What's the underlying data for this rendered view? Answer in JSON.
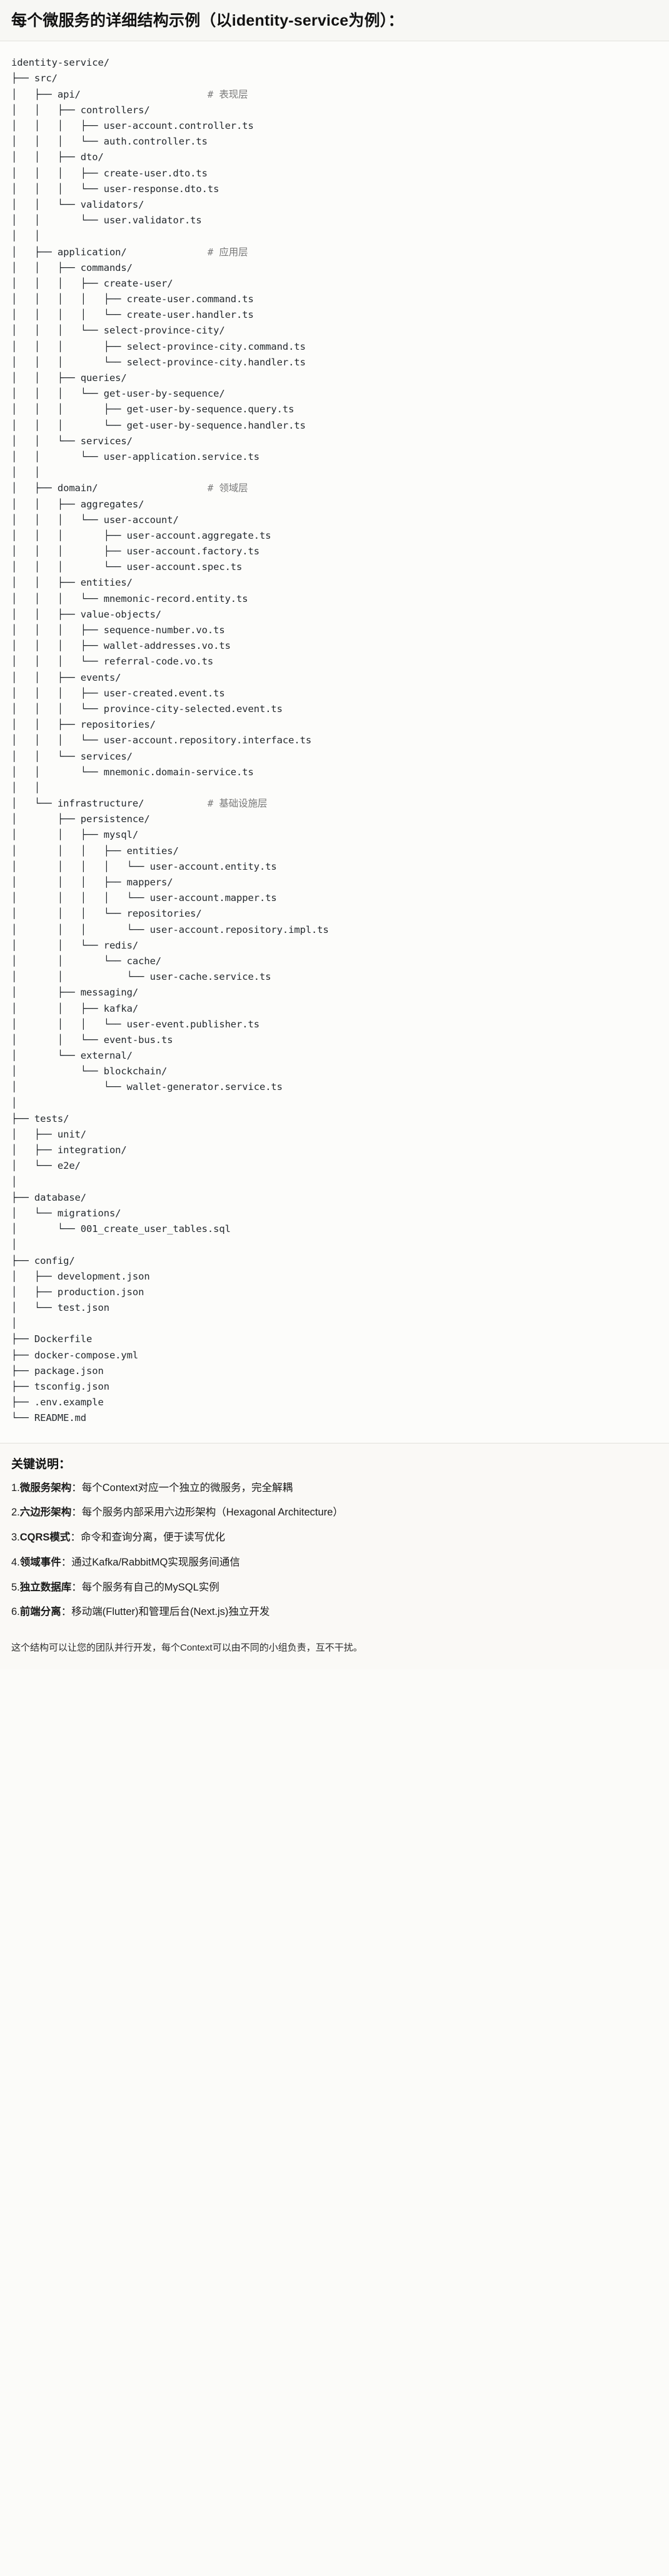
{
  "header": {
    "title": "每个微服务的详细结构示例（以identity-service为例）："
  },
  "tree": {
    "root": "identity-service/",
    "lines": [
      {
        "path": "identity-service/",
        "comment": ""
      },
      {
        "path": "├── src/",
        "comment": ""
      },
      {
        "path": "│   ├── api/",
        "comment": "# 表现层"
      },
      {
        "path": "│   │   ├── controllers/",
        "comment": ""
      },
      {
        "path": "│   │   │   ├── user-account.controller.ts",
        "comment": ""
      },
      {
        "path": "│   │   │   └── auth.controller.ts",
        "comment": ""
      },
      {
        "path": "│   │   ├── dto/",
        "comment": ""
      },
      {
        "path": "│   │   │   ├── create-user.dto.ts",
        "comment": ""
      },
      {
        "path": "│   │   │   └── user-response.dto.ts",
        "comment": ""
      },
      {
        "path": "│   │   └── validators/",
        "comment": ""
      },
      {
        "path": "│   │       └── user.validator.ts",
        "comment": ""
      },
      {
        "path": "│   │",
        "comment": ""
      },
      {
        "path": "│   ├── application/",
        "comment": "# 应用层"
      },
      {
        "path": "│   │   ├── commands/",
        "comment": ""
      },
      {
        "path": "│   │   │   ├── create-user/",
        "comment": ""
      },
      {
        "path": "│   │   │   │   ├── create-user.command.ts",
        "comment": ""
      },
      {
        "path": "│   │   │   │   └── create-user.handler.ts",
        "comment": ""
      },
      {
        "path": "│   │   │   └── select-province-city/",
        "comment": ""
      },
      {
        "path": "│   │   │       ├── select-province-city.command.ts",
        "comment": ""
      },
      {
        "path": "│   │   │       └── select-province-city.handler.ts",
        "comment": ""
      },
      {
        "path": "│   │   ├── queries/",
        "comment": ""
      },
      {
        "path": "│   │   │   └── get-user-by-sequence/",
        "comment": ""
      },
      {
        "path": "│   │   │       ├── get-user-by-sequence.query.ts",
        "comment": ""
      },
      {
        "path": "│   │   │       └── get-user-by-sequence.handler.ts",
        "comment": ""
      },
      {
        "path": "│   │   └── services/",
        "comment": ""
      },
      {
        "path": "│   │       └── user-application.service.ts",
        "comment": ""
      },
      {
        "path": "│   │",
        "comment": ""
      },
      {
        "path": "│   ├── domain/",
        "comment": "# 领域层"
      },
      {
        "path": "│   │   ├── aggregates/",
        "comment": ""
      },
      {
        "path": "│   │   │   └── user-account/",
        "comment": ""
      },
      {
        "path": "│   │   │       ├── user-account.aggregate.ts",
        "comment": ""
      },
      {
        "path": "│   │   │       ├── user-account.factory.ts",
        "comment": ""
      },
      {
        "path": "│   │   │       └── user-account.spec.ts",
        "comment": ""
      },
      {
        "path": "│   │   ├── entities/",
        "comment": ""
      },
      {
        "path": "│   │   │   └── mnemonic-record.entity.ts",
        "comment": ""
      },
      {
        "path": "│   │   ├── value-objects/",
        "comment": ""
      },
      {
        "path": "│   │   │   ├── sequence-number.vo.ts",
        "comment": ""
      },
      {
        "path": "│   │   │   ├── wallet-addresses.vo.ts",
        "comment": ""
      },
      {
        "path": "│   │   │   └── referral-code.vo.ts",
        "comment": ""
      },
      {
        "path": "│   │   ├── events/",
        "comment": ""
      },
      {
        "path": "│   │   │   ├── user-created.event.ts",
        "comment": ""
      },
      {
        "path": "│   │   │   └── province-city-selected.event.ts",
        "comment": ""
      },
      {
        "path": "│   │   ├── repositories/",
        "comment": ""
      },
      {
        "path": "│   │   │   └── user-account.repository.interface.ts",
        "comment": ""
      },
      {
        "path": "│   │   └── services/",
        "comment": ""
      },
      {
        "path": "│   │       └── mnemonic.domain-service.ts",
        "comment": ""
      },
      {
        "path": "│   │",
        "comment": ""
      },
      {
        "path": "│   └── infrastructure/",
        "comment": "# 基础设施层"
      },
      {
        "path": "│       ├── persistence/",
        "comment": ""
      },
      {
        "path": "│       │   ├── mysql/",
        "comment": ""
      },
      {
        "path": "│       │   │   ├── entities/",
        "comment": ""
      },
      {
        "path": "│       │   │   │   └── user-account.entity.ts",
        "comment": ""
      },
      {
        "path": "│       │   │   ├── mappers/",
        "comment": ""
      },
      {
        "path": "│       │   │   │   └── user-account.mapper.ts",
        "comment": ""
      },
      {
        "path": "│       │   │   └── repositories/",
        "comment": ""
      },
      {
        "path": "│       │   │       └── user-account.repository.impl.ts",
        "comment": ""
      },
      {
        "path": "│       │   └── redis/",
        "comment": ""
      },
      {
        "path": "│       │       └── cache/",
        "comment": ""
      },
      {
        "path": "│       │           └── user-cache.service.ts",
        "comment": ""
      },
      {
        "path": "│       ├── messaging/",
        "comment": ""
      },
      {
        "path": "│       │   ├── kafka/",
        "comment": ""
      },
      {
        "path": "│       │   │   └── user-event.publisher.ts",
        "comment": ""
      },
      {
        "path": "│       │   └── event-bus.ts",
        "comment": ""
      },
      {
        "path": "│       └── external/",
        "comment": ""
      },
      {
        "path": "│           └── blockchain/",
        "comment": ""
      },
      {
        "path": "│               └── wallet-generator.service.ts",
        "comment": ""
      },
      {
        "path": "│",
        "comment": ""
      },
      {
        "path": "├── tests/",
        "comment": ""
      },
      {
        "path": "│   ├── unit/",
        "comment": ""
      },
      {
        "path": "│   ├── integration/",
        "comment": ""
      },
      {
        "path": "│   └── e2e/",
        "comment": ""
      },
      {
        "path": "│",
        "comment": ""
      },
      {
        "path": "├── database/",
        "comment": ""
      },
      {
        "path": "│   └── migrations/",
        "comment": ""
      },
      {
        "path": "│       └── 001_create_user_tables.sql",
        "comment": ""
      },
      {
        "path": "│",
        "comment": ""
      },
      {
        "path": "├── config/",
        "comment": ""
      },
      {
        "path": "│   ├── development.json",
        "comment": ""
      },
      {
        "path": "│   ├── production.json",
        "comment": ""
      },
      {
        "path": "│   └── test.json",
        "comment": ""
      },
      {
        "path": "│",
        "comment": ""
      },
      {
        "path": "├── Dockerfile",
        "comment": ""
      },
      {
        "path": "├── docker-compose.yml",
        "comment": ""
      },
      {
        "path": "├── package.json",
        "comment": ""
      },
      {
        "path": "├── tsconfig.json",
        "comment": ""
      },
      {
        "path": "├── .env.example",
        "comment": ""
      },
      {
        "path": "└── README.md",
        "comment": ""
      }
    ]
  },
  "notes": {
    "title": "关键说明：",
    "items": [
      {
        "index": "1.",
        "term": "微服务架构",
        "sep": "：",
        "text": "每个Context对应一个独立的微服务，完全解耦"
      },
      {
        "index": "2.",
        "term": "六边形架构",
        "sep": "：",
        "text": "每个服务内部采用六边形架构（Hexagonal Architecture）"
      },
      {
        "index": "3.",
        "term": "CQRS模式",
        "sep": "：",
        "text": "命令和查询分离，便于读写优化"
      },
      {
        "index": "4.",
        "term": "领域事件",
        "sep": "：",
        "text": "通过Kafka/RabbitMQ实现服务间通信"
      },
      {
        "index": "5.",
        "term": "独立数据库",
        "sep": "：",
        "text": "每个服务有自己的MySQL实例"
      },
      {
        "index": "6.",
        "term": "前端分离",
        "sep": "：",
        "text": "移动端(Flutter)和管理后台(Next.js)独立开发"
      }
    ]
  },
  "closing": {
    "text": "这个结构可以让您的团队并行开发，每个Context可以由不同的小组负责，互不干扰。"
  },
  "colors": {
    "page_bg": "#fbfbf9",
    "header_bg": "#f7f7f4",
    "tree_bg": "#fcfcfa",
    "notes_bg": "#faf9f6",
    "text": "#1b1b1b",
    "code_text": "#24292e",
    "comment_text": "#7a7a7a",
    "divider": "#e2e2dd"
  }
}
